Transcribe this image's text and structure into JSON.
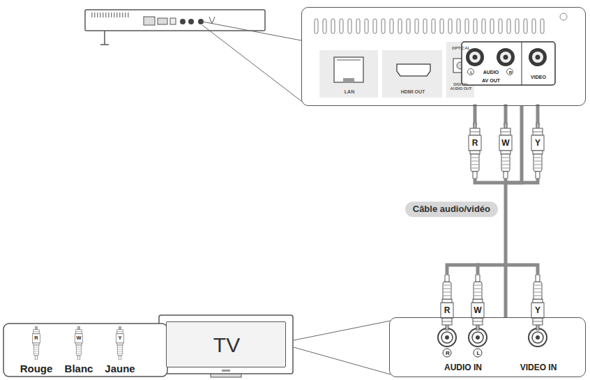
{
  "diagram": {
    "nodes": [
      {
        "text": [
          "LAN",
          "HDMI OUT",
          "OPTICAL",
          "DIGITAL AUDIO OUT",
          "L",
          "AUDIO",
          "R",
          "AV OUT",
          "VIDEO"
        ]
      },
      {
        "text": [
          "TV"
        ]
      },
      {
        "text": [
          "R",
          "L",
          "AUDIO IN",
          "VIDEO IN"
        ]
      }
    ],
    "edges": [
      {
        "from": 0,
        "to": 2,
        "arrow": "none",
        "label": "Câble audio/vidéo"
      }
    ],
    "labels": [
      "R",
      "W",
      "Y",
      "R",
      "W",
      "Y",
      "R",
      "W",
      "Y"
    ],
    "legend": [
      {
        "text": "Rouge"
      },
      {
        "text": "Blanc"
      },
      {
        "text": "Jaune"
      }
    ]
  }
}
